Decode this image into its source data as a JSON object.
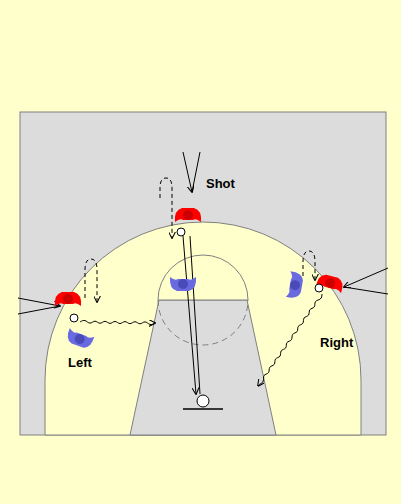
{
  "diagram": {
    "labels": [
      "Shot",
      "Left",
      "Right"
    ]
  }
}
